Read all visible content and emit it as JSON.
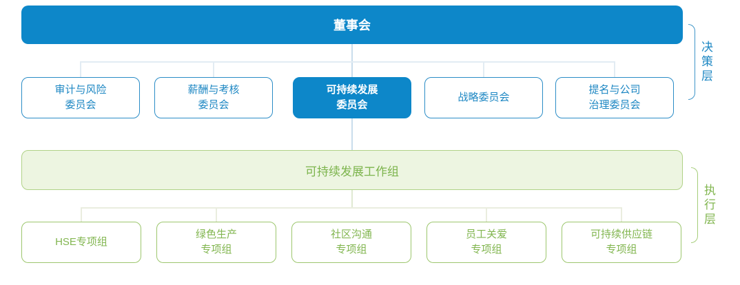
{
  "org_chart": {
    "board": {
      "label": "董事会"
    },
    "committees": [
      {
        "line1": "审计与风险",
        "line2": "委员会"
      },
      {
        "line1": "薪酬与考核",
        "line2": "委员会"
      },
      {
        "line1": "可持续发展",
        "line2": "委员会"
      },
      {
        "line1": "战略委员会",
        "line2": ""
      },
      {
        "line1": "提名与公司",
        "line2": "治理委员会"
      }
    ],
    "working_group": {
      "label": "可持续发展工作组"
    },
    "task_groups": [
      {
        "line1": "HSE专项组",
        "line2": ""
      },
      {
        "line1": "绿色生产",
        "line2": "专项组"
      },
      {
        "line1": "社区沟通",
        "line2": "专项组"
      },
      {
        "line1": "员工关爱",
        "line2": "专项组"
      },
      {
        "line1": "可持续供应链",
        "line2": "专项组"
      }
    ],
    "layers": {
      "decision": "决策层",
      "execution": "执行层"
    },
    "colors": {
      "primary_blue": "#0d87c9",
      "blue_text": "#1d87c3",
      "blue_border": "#2a8cc6",
      "green_text": "#82b650",
      "green_border": "#9cc66d",
      "workgroup_fill": "#edf5e1",
      "workgroup_border": "#b0d287",
      "connector_blue": "#c9ddec",
      "connector_blue_faint": "#e2ecf3",
      "connector_green_faint": "#eaeddf"
    }
  }
}
